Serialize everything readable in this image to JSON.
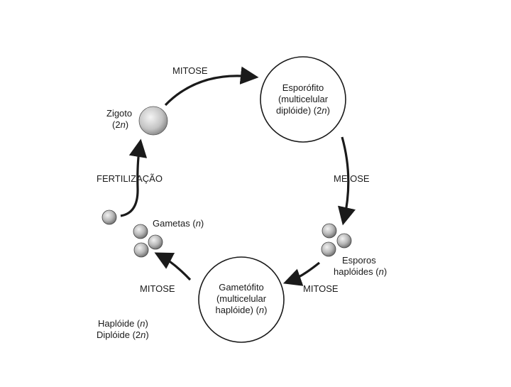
{
  "diagram": {
    "sporophyte": {
      "line1": "Esporófito",
      "line2": "(multicelular",
      "line3_pre": "diplóide) (2",
      "line3_var": "n",
      "line3_post": ")"
    },
    "gametophyte": {
      "line1": "Gametófito",
      "line2": "(multicelular",
      "line3_pre": "haplóide) (",
      "line3_var": "n",
      "line3_post": ")"
    },
    "zygote": {
      "line1": "Zigoto",
      "line2_pre": "(2",
      "line2_var": "n",
      "line2_post": ")"
    },
    "gametes": {
      "pre": "Gametas (",
      "var": "n",
      "post": ")"
    },
    "spores": {
      "line1": "Esporos",
      "line2_pre": "haplóides (",
      "line2_var": "n",
      "line2_post": ")"
    },
    "processes": {
      "mitosis_top": "MITOSE",
      "meiosis": "MEIOSE",
      "mitosis_right": "MITOSE",
      "mitosis_left": "MITOSE",
      "fertilization": "FERTILIZAÇÃO"
    },
    "legend": {
      "haploid_pre": "Haplóide (",
      "haploid_var": "n",
      "haploid_post": ")",
      "diploid_pre": "Diplóide (2",
      "diploid_var": "n",
      "diploid_post": ")"
    }
  }
}
